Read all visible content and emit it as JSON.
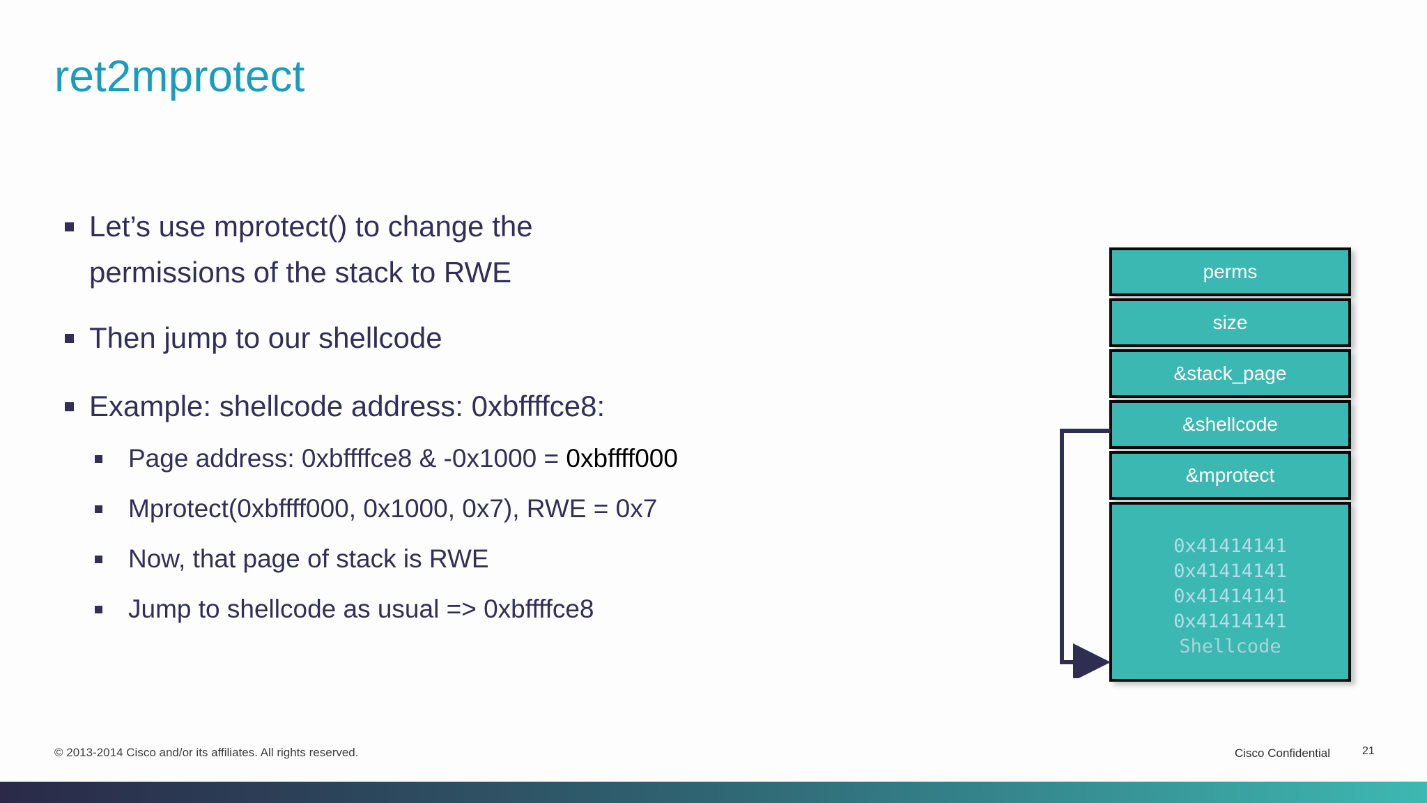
{
  "slide": {
    "title": "ret2mprotect",
    "bullets": [
      {
        "lines": [
          "Let’s use mprotect() to change the",
          "permissions of the stack to RWE"
        ]
      },
      {
        "text": "Then jump to our shellcode"
      },
      {
        "text": "Example: shellcode address: 0xbffffce8:"
      }
    ],
    "sub_bullets": [
      {
        "prefix": "Page address: 0xbffffce8 & -0x1000 = ",
        "highlight": "0xbffff000"
      },
      {
        "text": "Mprotect(0xbffff000, 0x1000, 0x7), RWE = 0x7"
      },
      {
        "text": "Now, that page of stack is RWE"
      },
      {
        "text": "Jump to shellcode as usual => 0xbffffce8"
      }
    ]
  },
  "diagram": {
    "cells": [
      "perms",
      "size",
      "&stack_page",
      "&shellcode",
      "&mprotect"
    ],
    "payload_lines": [
      "0x41414141",
      "0x41414141",
      "0x41414141",
      "0x41414141",
      "Shellcode"
    ]
  },
  "footer": {
    "copyright": "© 2013-2014  Cisco and/or its affiliates. All rights reserved.",
    "confidential": "Cisco Confidential",
    "page_number": "21"
  },
  "colors": {
    "title_accent": "#189dbe",
    "body_text": "#312f56",
    "highlight_text": "#000000",
    "cell_fill": "#3cb8b2",
    "cell_border": "#0a0a0a",
    "cell_text": "#ffffff",
    "payload_text": "#b6dcec",
    "arrow": "#2e2d52",
    "bar_gradient_left": "#2a2a48",
    "bar_gradient_right": "#3eb8b2"
  }
}
